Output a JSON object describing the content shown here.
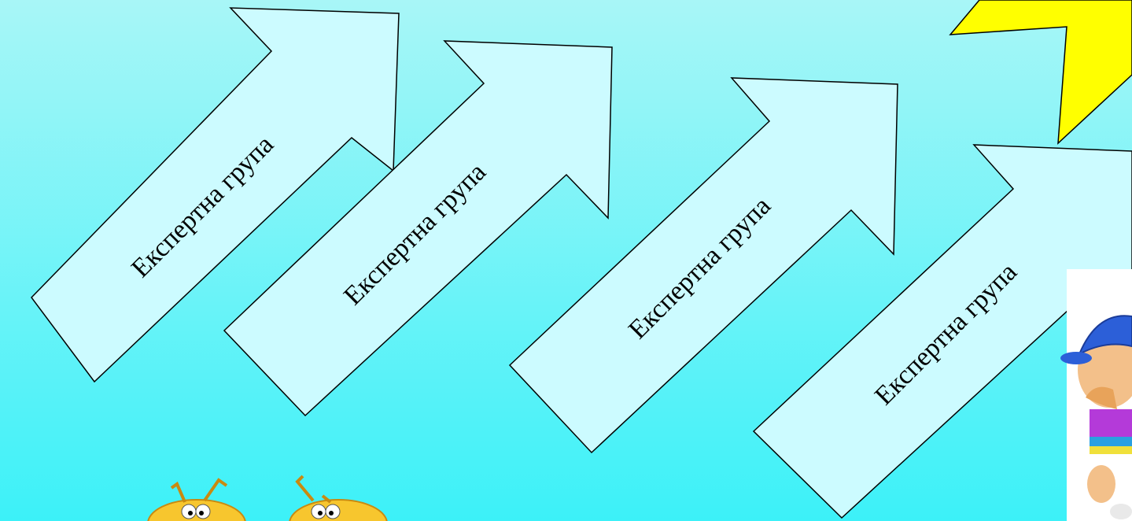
{
  "background": {
    "top_color": "#a8f6f7",
    "bottom_color": "#3cf1f8"
  },
  "arrows": [
    {
      "label": "Експертна група",
      "fill": "#ccfbff"
    },
    {
      "label": "Експертна група",
      "fill": "#ccfbff"
    },
    {
      "label": "Експертна група",
      "fill": "#ccfbff"
    },
    {
      "label": "Експертна група",
      "fill": "#ccfbff"
    }
  ],
  "star": {
    "fill": "#ffff00"
  },
  "decorations": {
    "left_character": "cartoon-bugs-icon",
    "right_character": "cartoon-boy-icon"
  }
}
